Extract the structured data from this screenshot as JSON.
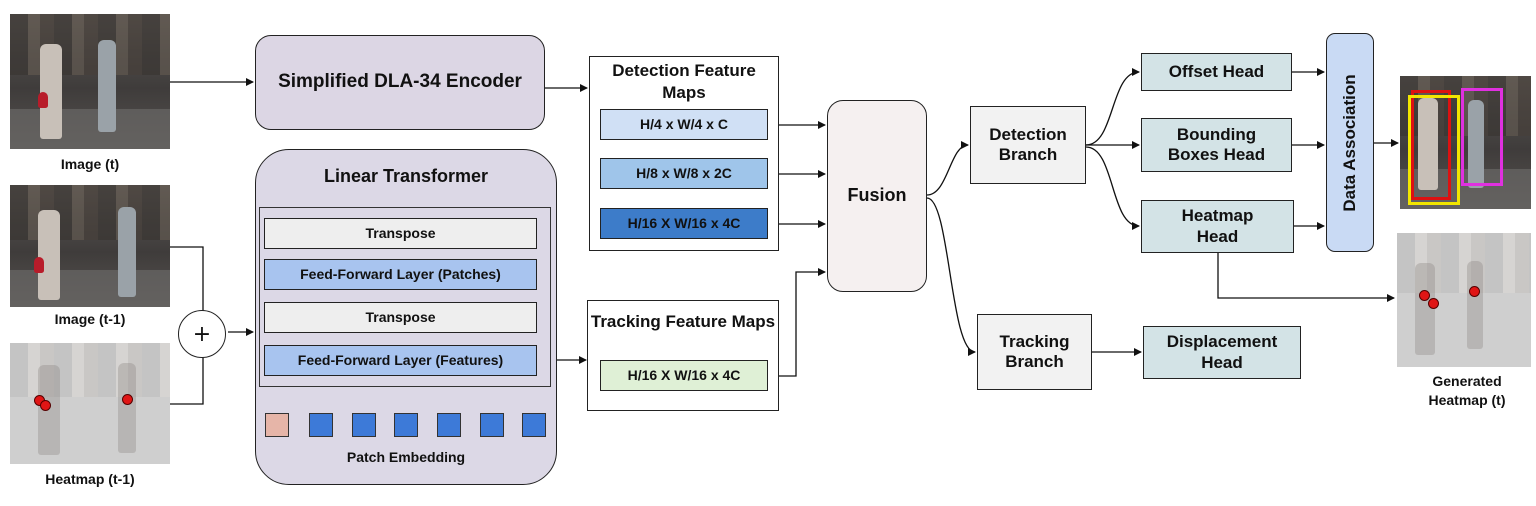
{
  "inputs": {
    "image_t": "Image (t)",
    "image_t1": "Image (t-1)",
    "heatmap_t1": "Heatmap (t-1)"
  },
  "plus_symbol": "+",
  "encoder": "Simplified DLA-34 Encoder",
  "transformer": {
    "title": "Linear Transformer",
    "layers": [
      "Transpose",
      "Feed-Forward Layer (Patches)",
      "Transpose",
      "Feed-Forward Layer (Features)"
    ],
    "patch_label": "Patch Embedding"
  },
  "detection_maps": {
    "title": "Detection Feature Maps",
    "items": [
      "H/4 x W/4 x C",
      "H/8 x W/8 x 2C",
      "H/16 X W/16 x 4C"
    ]
  },
  "tracking_maps": {
    "title": "Tracking Feature Maps",
    "items": [
      "H/16 X W/16 x 4C"
    ]
  },
  "fusion": "Fusion",
  "detection_branch": "Detection Branch",
  "tracking_branch": "Tracking Branch",
  "heads": {
    "offset": "Offset Head",
    "bbox": "Bounding Boxes Head",
    "heatmap": "Heatmap Head",
    "displacement": "Displacement Head"
  },
  "data_association": "Data Association",
  "output_heatmap": "Generated Heatmap (t)",
  "colors": {
    "encoder_fill": "#dcd6e4",
    "transformer_fill": "#dcd8e6",
    "layer_gray": "#eeeeee",
    "layer_blue": "#a8c4ef",
    "map1": "#d0e0f5",
    "map2": "#9fc5ea",
    "map3": "#3d7cc9",
    "tracking_map": "#dff0d6",
    "fusion_fill": "#f5f0f0",
    "branch_fill": "#f2f2f2",
    "head_fill": "#d3e3e6",
    "assoc_fill": "#c9daf4",
    "patch_first": "#e6b5a8",
    "patch_blue": "#3d7ad8",
    "heat_dot": "#e01515",
    "bbox_red": "#d11",
    "bbox_yellow": "#f2e600",
    "bbox_magenta": "#e030e0"
  }
}
